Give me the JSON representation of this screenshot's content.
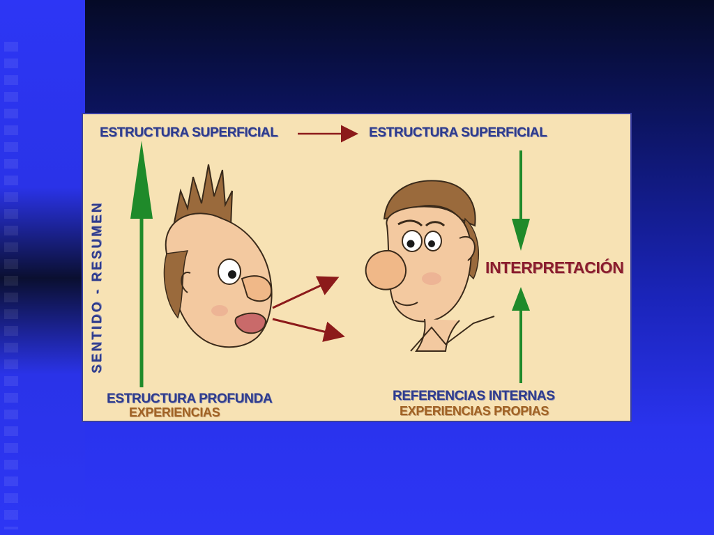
{
  "diagram": {
    "top_left_label": "ESTRUCTURA SUPERFICIAL",
    "top_right_label": "ESTRUCTURA SUPERFICIAL",
    "vertical_label": "SENTIDO - RESUMEN",
    "bottom_left_label": "ESTRUCTURA PROFUNDA",
    "bottom_left_sublabel": "EXPERIENCIAS",
    "bottom_right_label": "REFERENCIAS INTERNAS",
    "bottom_right_sublabel": "EXPERIENCIAS PROPIAS",
    "interpretation_label": "INTERPRETACIÓN"
  },
  "colors": {
    "panel_background": "#f7e2b4",
    "label_navy": "#2e3b8c",
    "label_brown": "#a06224",
    "label_maroon": "#8a1c2c",
    "arrow_green": "#1f8a2a",
    "arrow_red": "#8c1a1a"
  },
  "icons": [
    "speaker-cartoon-icon",
    "listener-cartoon-icon"
  ]
}
